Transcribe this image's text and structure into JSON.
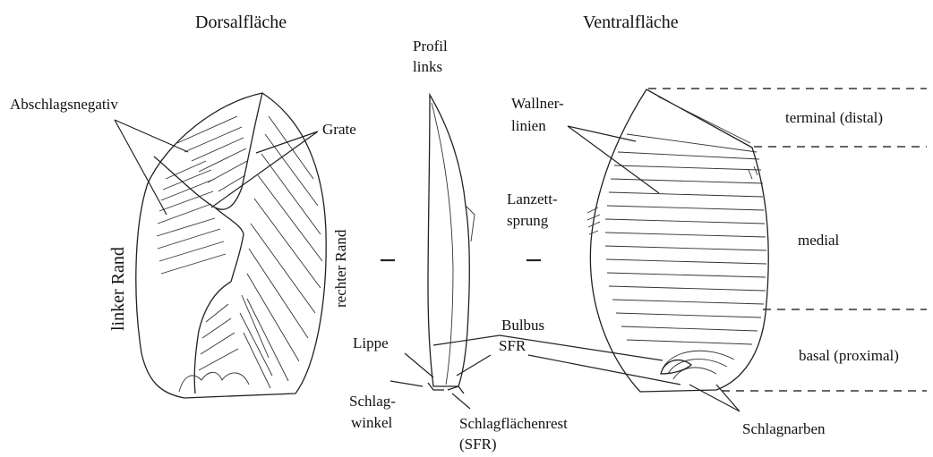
{
  "figure": {
    "headings": {
      "dorsal": "Dorsalfläche",
      "ventral": "Ventralfläche"
    },
    "dorsal_labels": {
      "abschlagsnegativ": "Abschlagsnegativ",
      "grate": "Grate",
      "linker_rand": "linker Rand",
      "rechter_rand": "rechter Rand"
    },
    "profile_labels": {
      "profil_line1": "Profil",
      "profil_line2": "links",
      "lippe": "Lippe",
      "schlagwinkel_line1": "Schlag-",
      "schlagwinkel_line2": "winkel",
      "schlagflaechenrest_line1": "Schlagflächenrest",
      "schlagflaechenrest_line2": "(SFR)",
      "bulbus": "Bulbus",
      "sfr": "SFR"
    },
    "ventral_labels": {
      "wallner_line1": "Wallner-",
      "wallner_line2": "linien",
      "lanzett_line1": "Lanzett-",
      "lanzett_line2": "sprung",
      "schlagnarben": "Schlagnarben"
    },
    "zones": {
      "terminal": "terminal (distal)",
      "medial": "medial",
      "basal": "basal (proximal)"
    }
  }
}
